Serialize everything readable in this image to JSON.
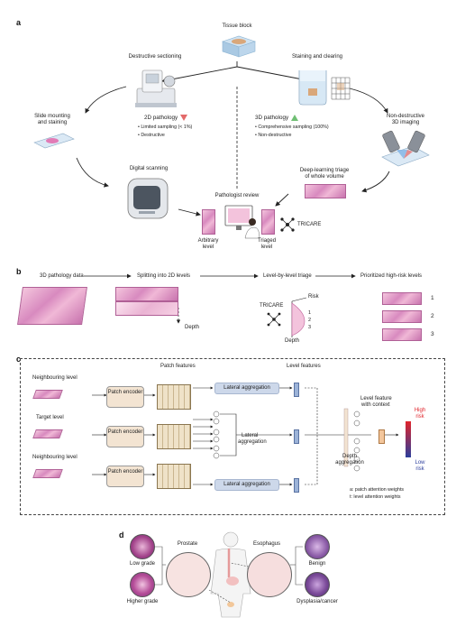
{
  "panel_a": {
    "letter": "a",
    "tissue_block": "Tissue block",
    "destructive_sectioning": "Destructive sectioning",
    "staining_clearing": "Staining and clearing",
    "slide_mounting_1": "Slide mounting",
    "slide_mounting_2": "and staining",
    "nondestructive_1": "Non-destructive",
    "nondestructive_2": "3D imaging",
    "path2d_title": "2D pathology",
    "path2d_b1": "Limited sampling (< 1%)",
    "path2d_b2": "Destructive",
    "path3d_title": "3D pathology",
    "path3d_b1": "Comprehensive sampling (100%)",
    "path3d_b2": "Non-destructive",
    "digital_scanning": "Digital scanning",
    "dl_triage_1": "Deep-learning triage",
    "dl_triage_2": "of whole volume",
    "pathologist_review": "Pathologist review",
    "arbitrary_1": "Arbitrary",
    "arbitrary_2": "level",
    "triaged_1": "Triaged",
    "triaged_2": "level",
    "tricare": "TRICARE",
    "colors": {
      "down_triangle": "#e36a6a",
      "up_triangle": "#6fbf73"
    }
  },
  "panel_b": {
    "letter": "b",
    "data_3d": "3D pathology data",
    "splitting": "Splitting into 2D levels",
    "level_triage": "Level-by-level triage",
    "prioritized": "Prioritized high-risk levels",
    "depth": "Depth",
    "risk": "Risk",
    "tricare": "TRICARE",
    "depth2": "Depth",
    "ranks": [
      "1",
      "2",
      "3"
    ]
  },
  "panel_c": {
    "letter": "c",
    "patch_features": "Patch features",
    "level_features": "Level features",
    "neighbouring_top": "Neighbouring level",
    "target_level": "Target level",
    "neighbouring_bottom": "Neighbouring level",
    "patch_encoder": "Patch encoder",
    "lateral_aggregation": "Lateral aggregation",
    "lateral_aggregation_mid_1": "Lateral",
    "lateral_aggregation_mid_2": "aggregation",
    "level_feature_context_1": "Level feature",
    "level_feature_context_2": "with context",
    "depth_aggregation_1": "Depth",
    "depth_aggregation_2": "aggregation",
    "high_risk_1": "High",
    "high_risk_2": "risk",
    "low_risk_1": "Low",
    "low_risk_2": "risk",
    "legend_patch": "a: patch attention weights",
    "legend_level": "t: level attention weights",
    "colors": {
      "high": "#e0242b",
      "low": "#2c3e9c",
      "encoder": "#f3e4d2",
      "aggregation": "#cdd8ea"
    }
  },
  "panel_d": {
    "letter": "d",
    "prostate": "Prostate",
    "esophagus": "Esophagus",
    "low_grade": "Low grade",
    "higher_grade": "Higher grade",
    "benign": "Benign",
    "dysplasia": "Dysplasia/cancer"
  }
}
